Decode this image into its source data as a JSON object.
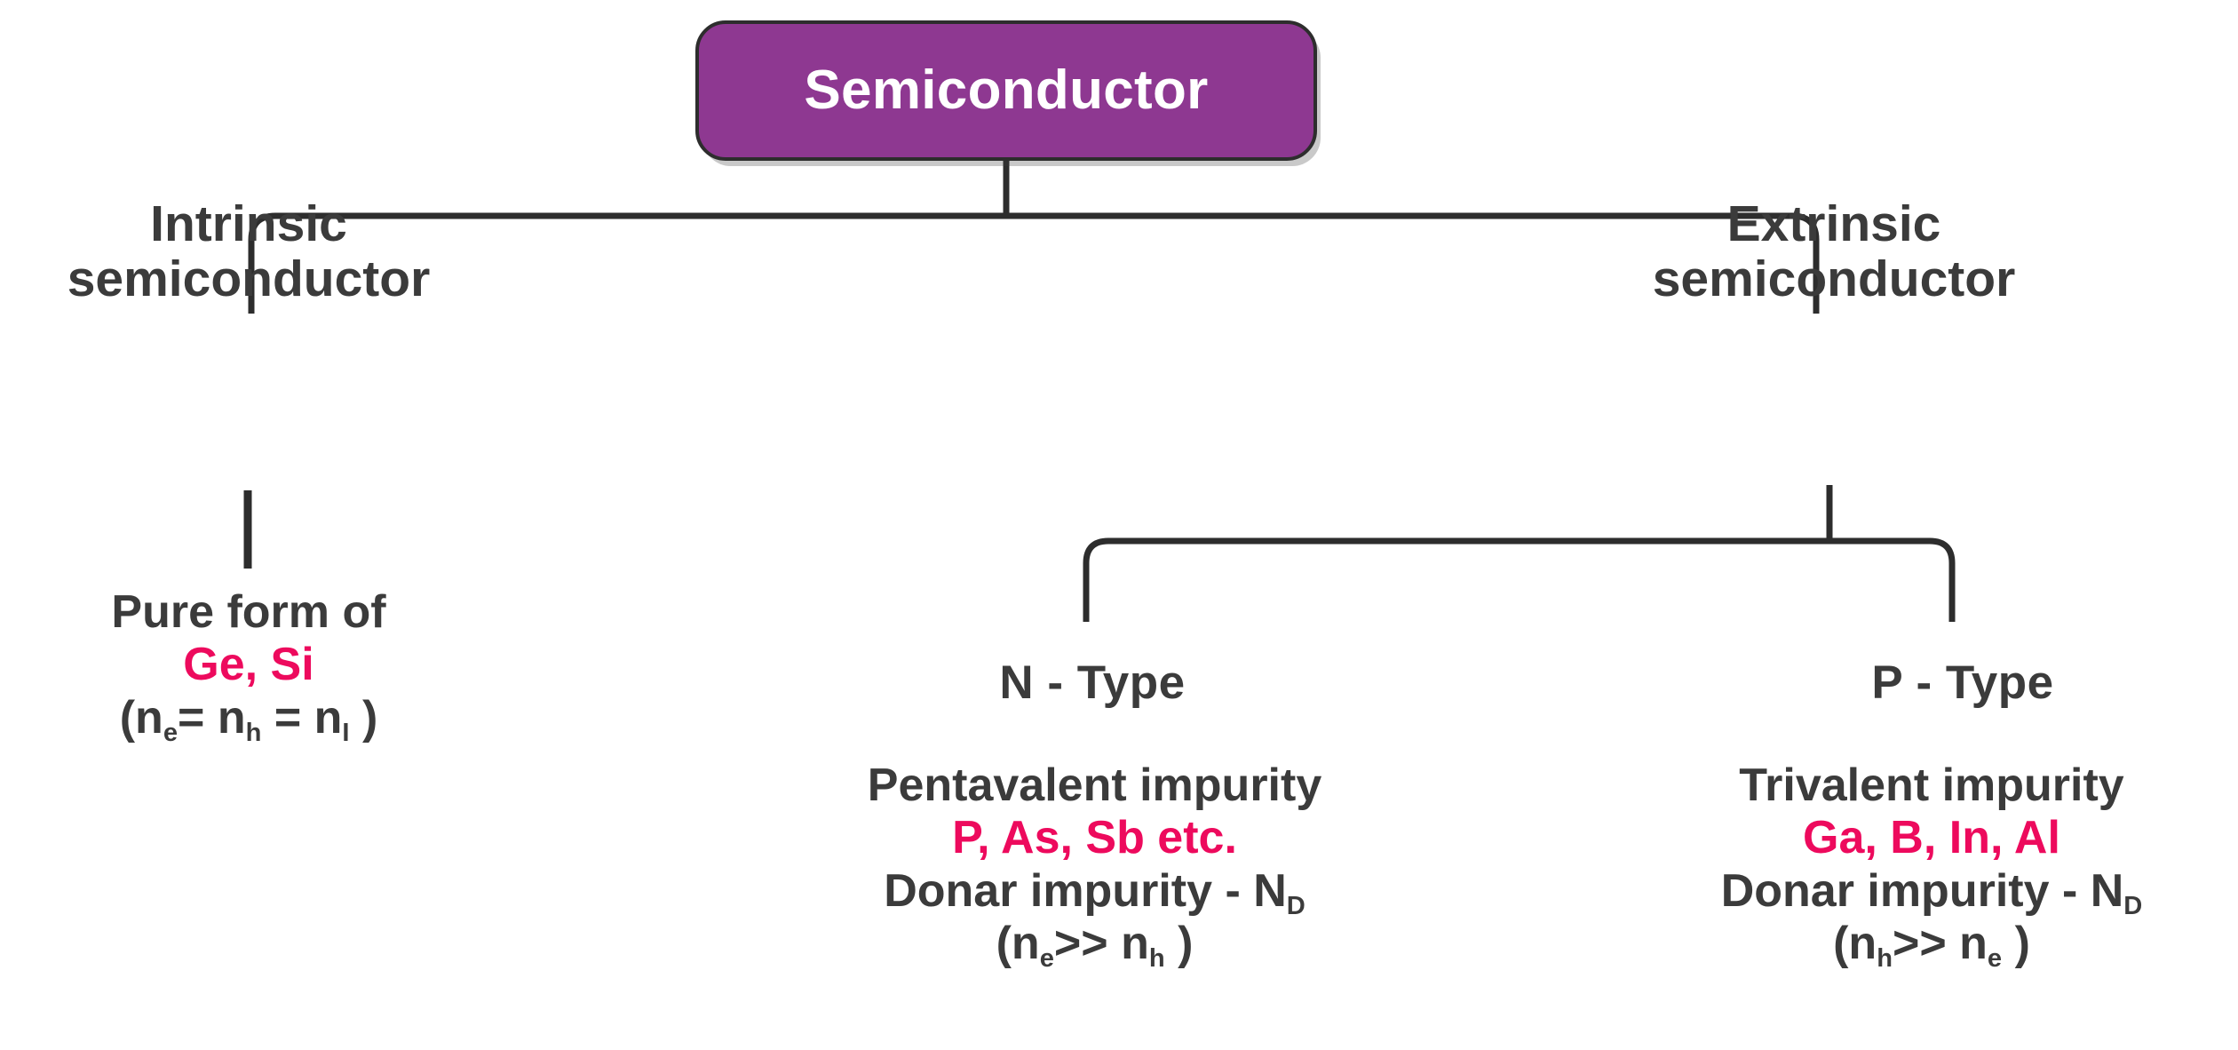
{
  "diagram": {
    "title": "Semiconductor classification tree",
    "colors": {
      "root_fill": "#8e3891",
      "root_border": "#2d2d2d",
      "root_text": "#ffffff",
      "body_text": "#3b3b3b",
      "accent_pink": "#ed0a5d",
      "connector": "#2d2d2d",
      "background": "#ffffff"
    },
    "root": {
      "label": "Semiconductor"
    },
    "branches": {
      "intrinsic": {
        "heading_line1": "Intrinsic",
        "heading_line2": "semiconductor",
        "detail_line1": "Pure form of",
        "detail_line2": "Ge, Si",
        "detail_line3_prefix": "(n",
        "detail_line3_sub1": "e",
        "detail_line3_mid1": "= n",
        "detail_line3_sub2": "h",
        "detail_line3_mid2": " = n",
        "detail_line3_sub3": "I",
        "detail_line3_suffix": " )"
      },
      "extrinsic": {
        "heading_line1": "Extrinsic",
        "heading_line2": "semiconductor",
        "children": {
          "n_type": {
            "heading": "N - Type",
            "detail_line1": "Pentavalent impurity",
            "detail_line2": "P, As, Sb etc.",
            "detail_line3_text": "Donar impurity - N",
            "detail_line3_sub": "D",
            "detail_line4_prefix": "(n",
            "detail_line4_sub1": "e",
            "detail_line4_mid": ">> n",
            "detail_line4_sub2": "h",
            "detail_line4_suffix": " )"
          },
          "p_type": {
            "heading": "P - Type",
            "detail_line1": "Trivalent impurity",
            "detail_line2": "Ga, B, In, Al",
            "detail_line3_text": "Donar impurity - N",
            "detail_line3_sub": "D",
            "detail_line4_prefix": "(n",
            "detail_line4_sub1": "h",
            "detail_line4_mid": ">> n",
            "detail_line4_sub2": "e",
            "detail_line4_suffix": " )"
          }
        }
      }
    }
  }
}
